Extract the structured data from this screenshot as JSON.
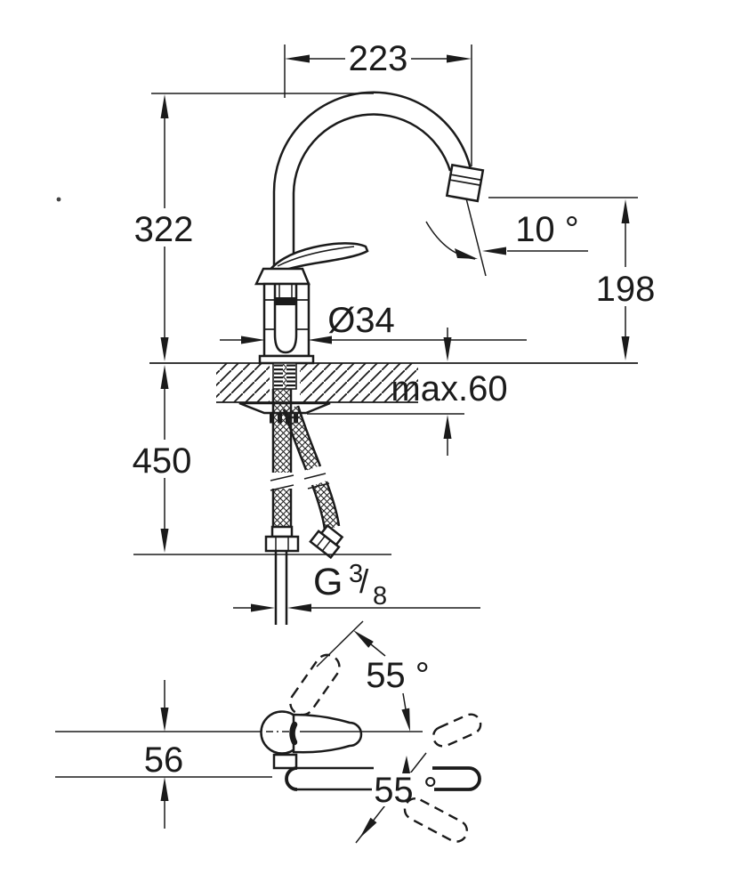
{
  "page": {
    "background": "#ffffff",
    "line_color": "#1b1b1b"
  },
  "labels": {
    "spout_reach": "223",
    "overall_height": "322",
    "spout_angle": "10 °",
    "outlet_height": "198",
    "base_diameter": "Ø34",
    "max_deck_thickness": "max.60",
    "hose_length": "450",
    "thread_letter": "G",
    "thread_numerator": "3",
    "thread_slash": "/",
    "thread_denominator": "8",
    "handle_swivel_angle": "55 °",
    "axis_offset": "56",
    "spout_swivel_angle": "55 °"
  }
}
